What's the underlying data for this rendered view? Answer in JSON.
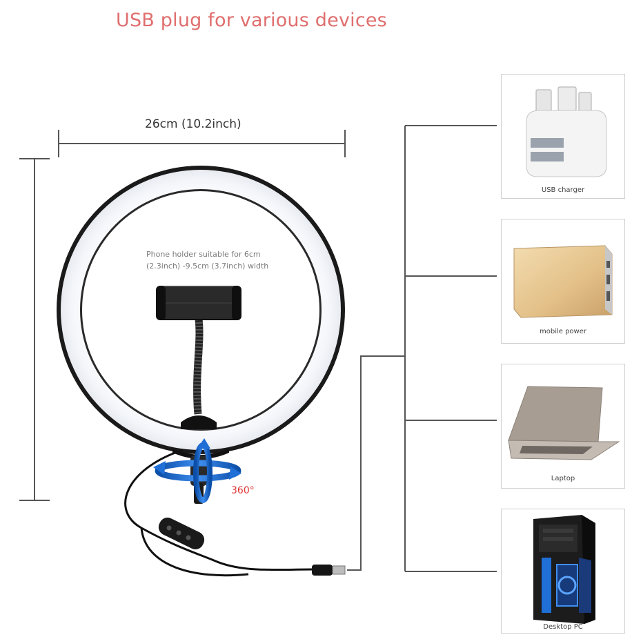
{
  "title": "USB plug for various devices",
  "dimension_label": "26cm (10.2inch)",
  "phone_note_line1": "Phone holder suitable for 6cm",
  "phone_note_line2": "(2.3inch) -9.5cm (3.7inch) width",
  "rotation_label": "360°",
  "devices": [
    {
      "label": "USB charger",
      "icon": "usb-charger-icon"
    },
    {
      "label": "mobile power",
      "icon": "power-bank-icon"
    },
    {
      "label": "Laptop",
      "icon": "laptop-icon"
    },
    {
      "label": "Desktop PC",
      "icon": "desktop-pc-icon"
    }
  ],
  "colors": {
    "title": "#e06e6e",
    "accent": "#1f6fd6",
    "rotation": "#e03535"
  }
}
